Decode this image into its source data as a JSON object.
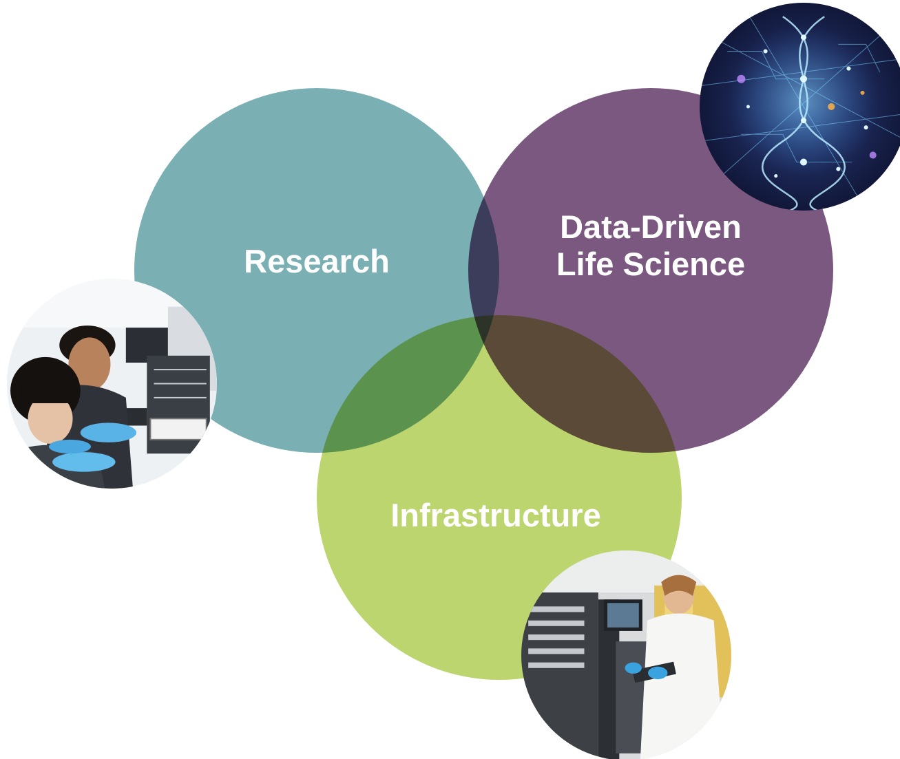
{
  "diagram": {
    "circles": [
      {
        "id": "research",
        "label": "Research",
        "color": "#7ab0b3"
      },
      {
        "id": "ddls",
        "label_lines": [
          "Data-Driven",
          "Life Science"
        ],
        "color": "#7a5880"
      },
      {
        "id": "infrastructure",
        "label": "Infrastructure",
        "color": "#bdd56f"
      }
    ],
    "photos": [
      {
        "id": "dna-network",
        "subject": "dna-network-icon"
      },
      {
        "id": "lab-researchers",
        "subject": "researchers-photo-icon"
      },
      {
        "id": "infrastructure-lab",
        "subject": "lab-technician-photo-icon"
      }
    ]
  }
}
